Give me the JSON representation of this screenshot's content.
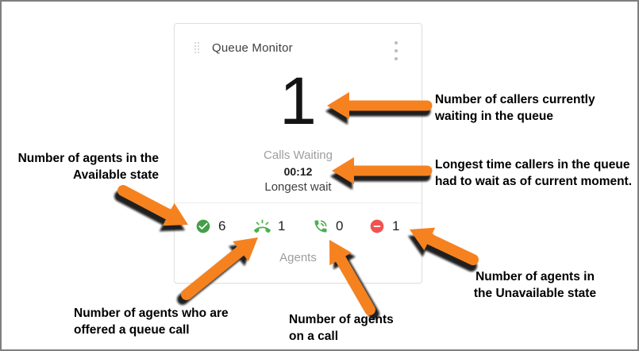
{
  "card": {
    "title": "Queue Monitor",
    "queue": {
      "calls_waiting_value": "1",
      "calls_waiting_label": "Calls Waiting",
      "longest_wait_value": "00:12",
      "longest_wait_label": "Longest wait"
    },
    "agents": {
      "label": "Agents",
      "stats": [
        {
          "icon": "available-check-icon",
          "state": "Available",
          "count": "6"
        },
        {
          "icon": "ringing-phone-icon",
          "state": "Ringing",
          "count": "1"
        },
        {
          "icon": "phone-in-talk-icon",
          "state": "On a call",
          "count": "0"
        },
        {
          "icon": "unavailable-minus-icon",
          "state": "Unavailable",
          "count": "1"
        }
      ]
    }
  },
  "annotations": {
    "callers_waiting": {
      "lines": [
        "Number of callers currently",
        "waiting in the queue"
      ]
    },
    "longest_wait": {
      "lines": [
        "Longest time callers in the queue",
        "had to wait as of current moment."
      ]
    },
    "available": {
      "lines": [
        "Number of agents in the",
        "Available state"
      ]
    },
    "offered": {
      "lines": [
        "Number of agents who are",
        "offered a queue call"
      ]
    },
    "on_call": {
      "lines": [
        "Number of agents",
        "on a call"
      ]
    },
    "unavailable": {
      "lines": [
        "Number of agents in",
        "the Unavailable state"
      ]
    }
  },
  "colors": {
    "accent_orange": "#F5821F",
    "available_green": "#43A047",
    "phone_green": "#4CAF50",
    "unavailable_red": "#EF5350"
  }
}
